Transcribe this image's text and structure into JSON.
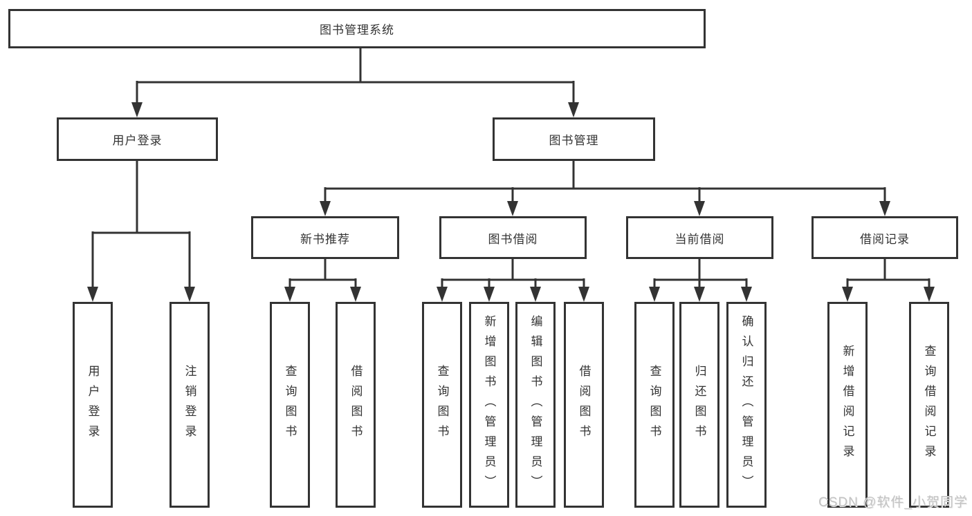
{
  "diagram": {
    "title": "图书管理系统",
    "colors": {
      "line": "#333333",
      "text": "#333333",
      "background": "#ffffff",
      "watermark": "#c3c3c3"
    },
    "root": {
      "label": "图书管理系统"
    },
    "level2": [
      {
        "label": "用户登录"
      },
      {
        "label": "图书管理"
      }
    ],
    "level3": [
      {
        "label": "新书推荐"
      },
      {
        "label": "图书借阅"
      },
      {
        "label": "当前借阅"
      },
      {
        "label": "借阅记录"
      }
    ],
    "leaves": [
      {
        "label": "用户登录",
        "parent": "用户登录"
      },
      {
        "label": "注销登录",
        "parent": "用户登录"
      },
      {
        "label": "查询图书",
        "parent": "新书推荐"
      },
      {
        "label": "借阅图书",
        "parent": "新书推荐"
      },
      {
        "label": "查询图书",
        "parent": "图书借阅"
      },
      {
        "label": "新增图书（管理员）",
        "parent": "图书借阅"
      },
      {
        "label": "编辑图书（管理员）",
        "parent": "图书借阅"
      },
      {
        "label": "借阅图书",
        "parent": "图书借阅"
      },
      {
        "label": "查询图书",
        "parent": "当前借阅"
      },
      {
        "label": "归还图书",
        "parent": "当前借阅"
      },
      {
        "label": "确认归还（管理员）",
        "parent": "当前借阅"
      },
      {
        "label": "新增借阅记录",
        "parent": "借阅记录"
      },
      {
        "label": "查询借阅记录",
        "parent": "借阅记录"
      }
    ],
    "watermark": "CSDN @软件_小贺同学"
  }
}
